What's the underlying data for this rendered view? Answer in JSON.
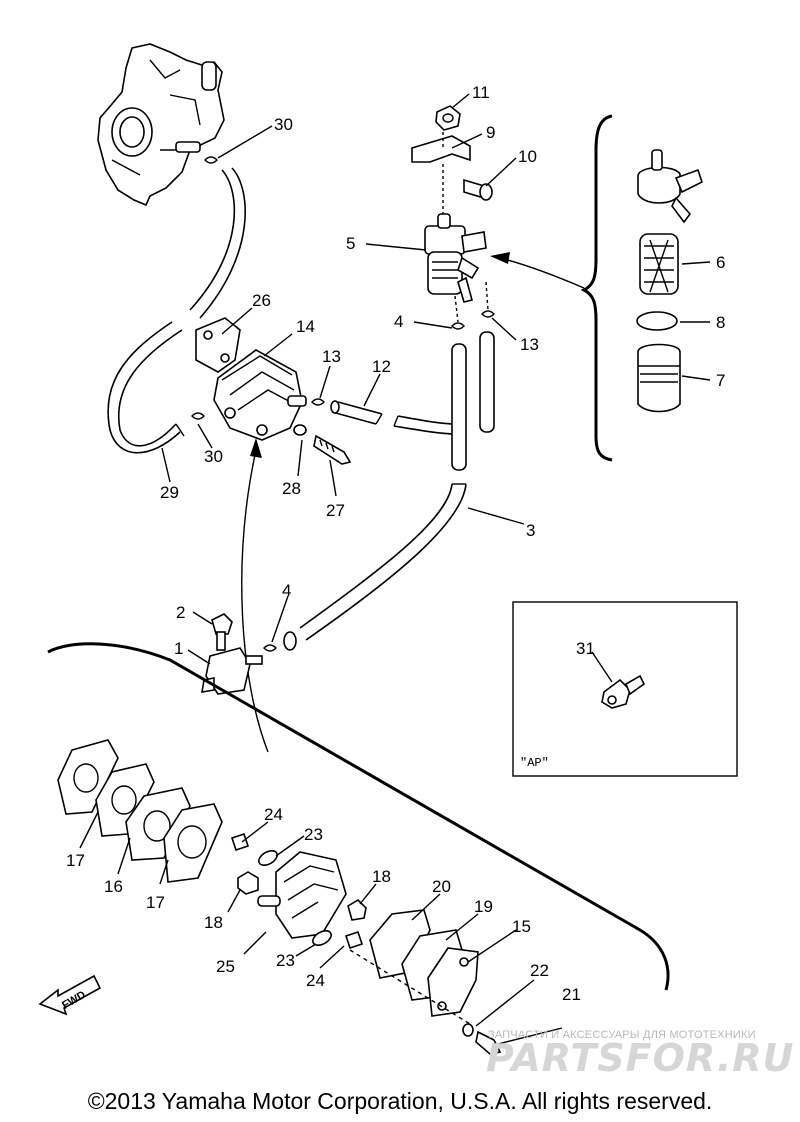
{
  "callouts": {
    "c1": "1",
    "c2": "2",
    "c3": "3",
    "c4a": "4",
    "c4b": "4",
    "c5": "5",
    "c6": "6",
    "c7": "7",
    "c8": "8",
    "c9": "9",
    "c10": "10",
    "c11": "11",
    "c12": "12",
    "c13a": "13",
    "c13b": "13",
    "c14": "14",
    "c15": "15",
    "c16": "16",
    "c17a": "17",
    "c17b": "17",
    "c18a": "18",
    "c18b": "18",
    "c19": "19",
    "c20": "20",
    "c21": "21",
    "c22": "22",
    "c23a": "23",
    "c23b": "23",
    "c24a": "24",
    "c24b": "24",
    "c25": "25",
    "c26": "26",
    "c27": "27",
    "c28": "28",
    "c29": "29",
    "c30a": "30",
    "c30b": "30",
    "c31": "31"
  },
  "inset": {
    "tag": "\"AP\""
  },
  "fwd_label": "FWD",
  "watermark": {
    "caption": "ЗАПЧАСТИ И АКСЕССУАРЫ ДЛЯ МОТОТЕХНИКИ",
    "logo": "PARTSFOR.RU"
  },
  "copyright": "©2013 Yamaha Motor Corporation, U.S.A. All rights reserved."
}
